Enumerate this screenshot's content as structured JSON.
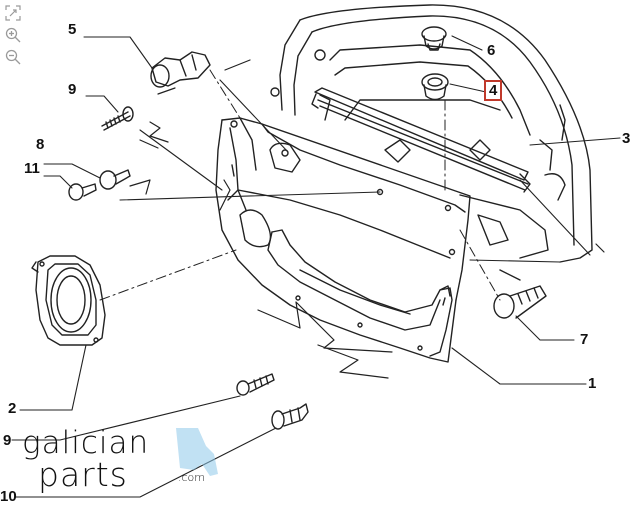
{
  "toolbar": {
    "items": [
      {
        "icon": "fit-to-screen-icon"
      },
      {
        "icon": "zoom-in-icon"
      },
      {
        "icon": "zoom-out-icon"
      }
    ]
  },
  "callouts": {
    "c1": "1",
    "c2": "2",
    "c3": "3",
    "c4": "4",
    "c5": "5",
    "c6": "6",
    "c7": "7",
    "c8": "8",
    "c9a": "9",
    "c9b": "9",
    "c10": "10",
    "c11": "11"
  },
  "highlight_color": "#c0392b",
  "logo": {
    "line1": "galician",
    "line2": "parts",
    "suffix": ".com",
    "accent_color": "#8ec9ea"
  }
}
